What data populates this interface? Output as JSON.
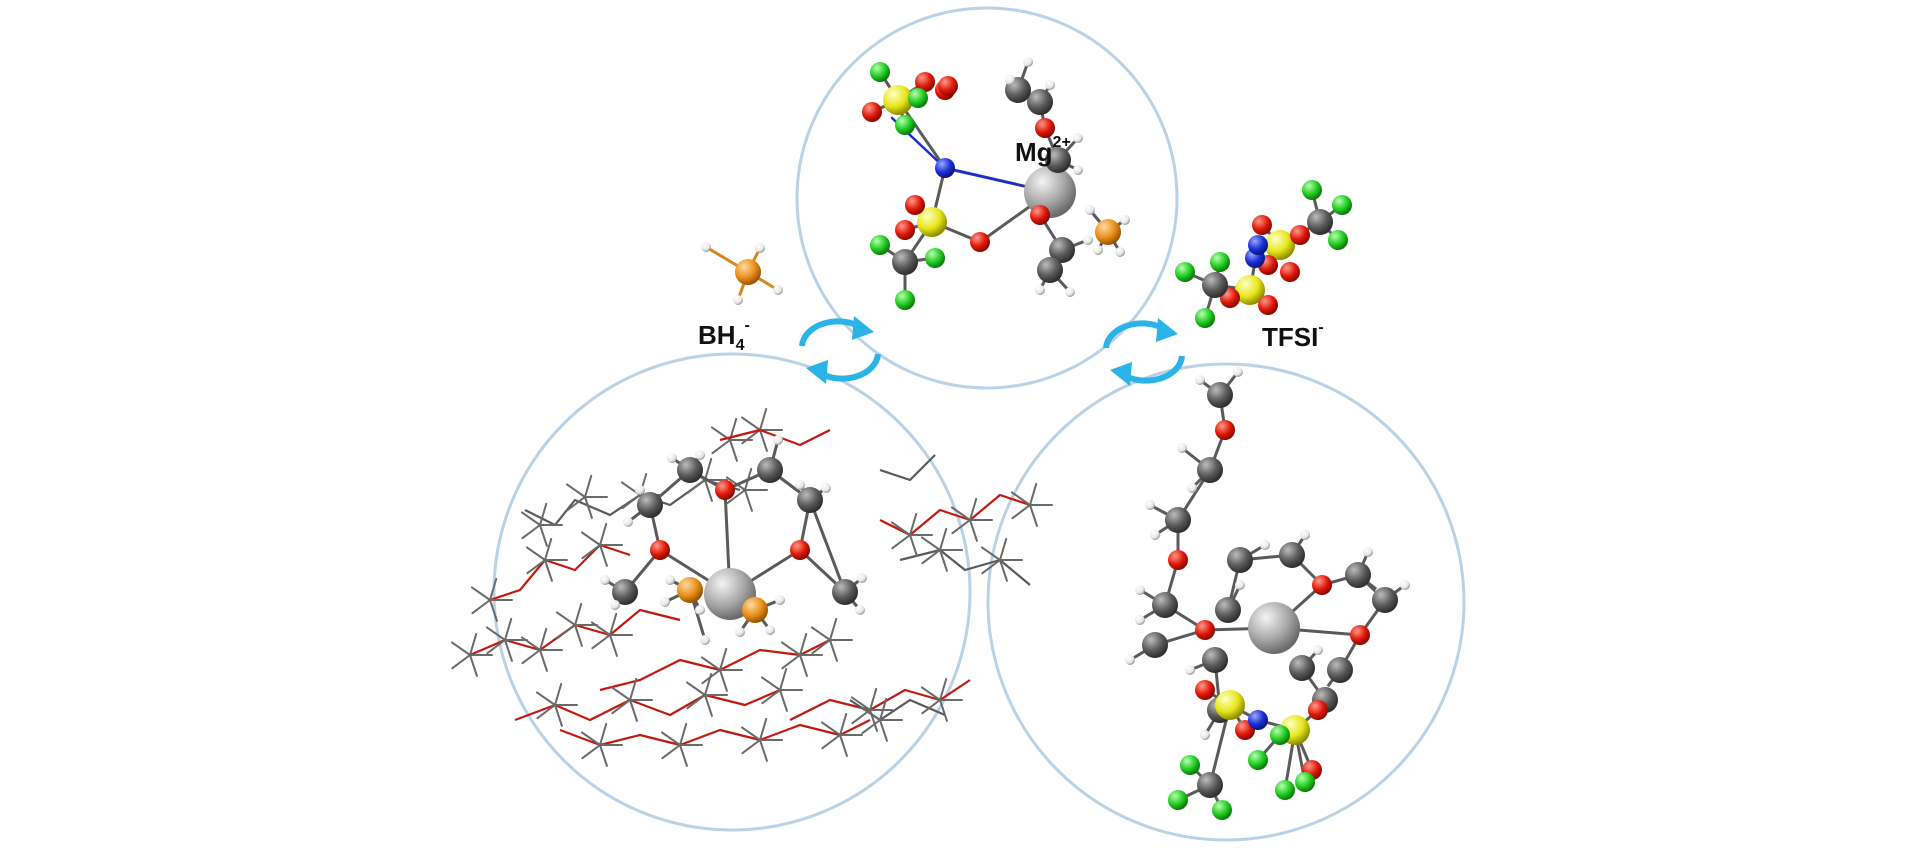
{
  "labels": {
    "mg": {
      "base": "Mg",
      "sup": "2+"
    },
    "bh4": {
      "base": "BH",
      "sub": "4",
      "sup": "-"
    },
    "tfsi": {
      "base": "TFSI",
      "sup": "-"
    }
  },
  "colors": {
    "circle_outline": "#b9d2e6",
    "exchange_arrow": "#2bb3e8",
    "carbon": "#555555",
    "oxygen": "#e0180a",
    "fluorine": "#22cc22",
    "sulfur": "#e6e61a",
    "nitrogen": "#1a2fd6",
    "boron": "#e8901a",
    "hydrogen": "#f2f2f2",
    "magnesium": "#a8a8a8",
    "bond_carbon": "#444444",
    "bond_oxygen": "#b01a10"
  },
  "icons": {
    "exchange": "circular-arrows-icon",
    "circle": "solvation-shell"
  }
}
